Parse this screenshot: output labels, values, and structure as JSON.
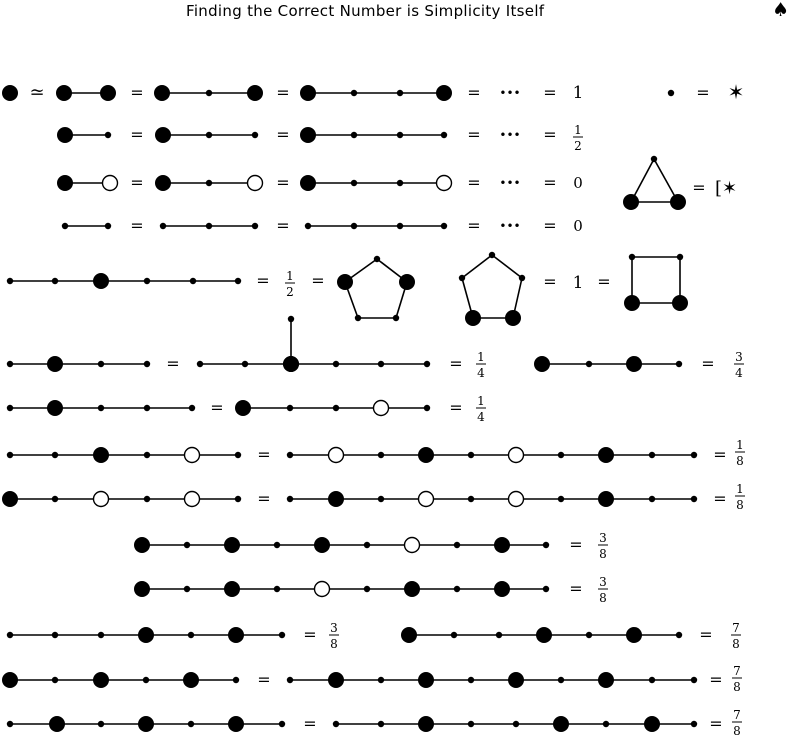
{
  "header": {
    "title": "Finding the Correct Number is Simplicity Itself",
    "suit": "♠"
  },
  "symbols": {
    "approx": "≃",
    "equals": "=",
    "dots": "•••",
    "star": "✶",
    "star_prefixed": "[✶"
  },
  "values": {
    "one": "1",
    "zero": "0",
    "half": "1/2",
    "quarter": "1/4",
    "three_quarters": "3/4",
    "eighth": "1/8",
    "three_eighths": "3/8",
    "seven_eighths": "7/8"
  }
}
